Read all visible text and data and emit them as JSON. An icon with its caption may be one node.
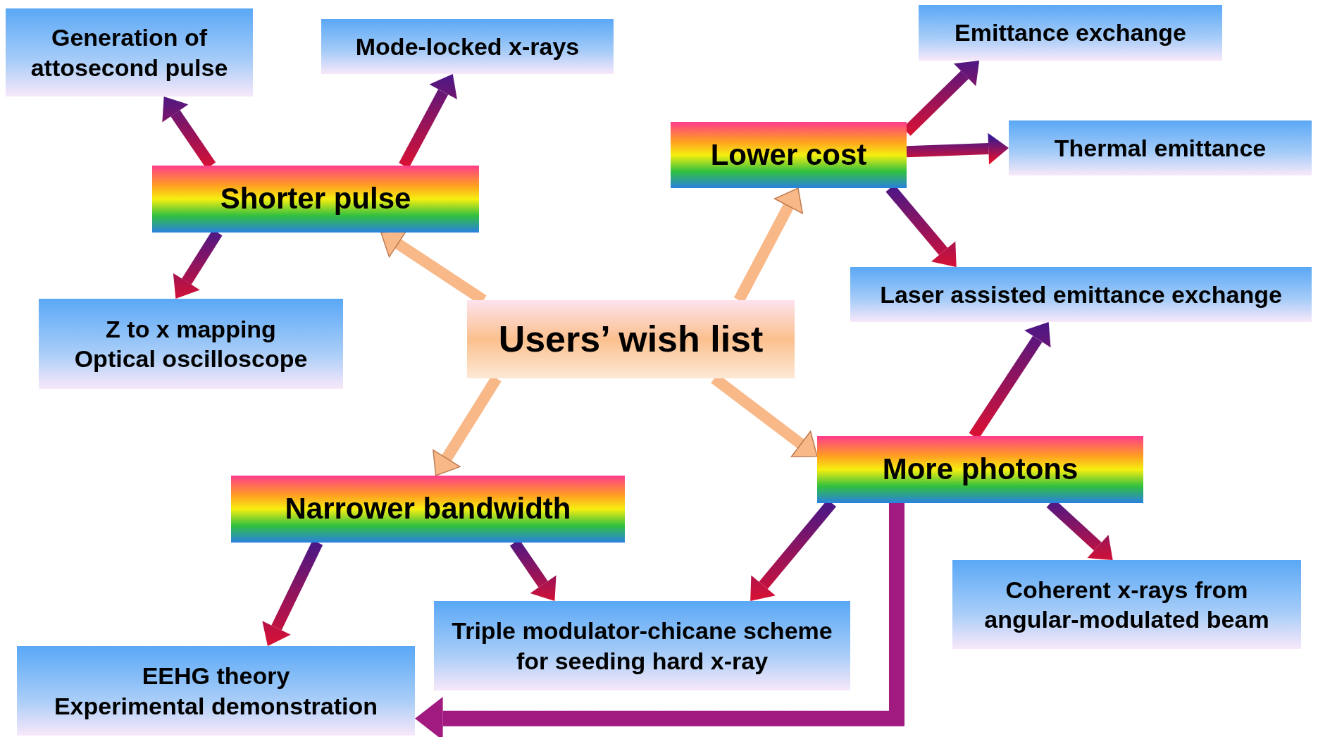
{
  "diagram": {
    "nodes": [
      {
        "text": [
          "Users’ wish list"
        ]
      },
      {
        "text": [
          "Shorter pulse"
        ]
      },
      {
        "text": [
          "Generation of attosecond pulse"
        ]
      },
      {
        "text": [
          "Mode-locked x-rays"
        ]
      },
      {
        "text": [
          "Z to x mapping",
          "Optical oscilloscope"
        ]
      },
      {
        "text": [
          "Lower cost"
        ]
      },
      {
        "text": [
          "Emittance exchange"
        ]
      },
      {
        "text": [
          "Thermal emittance"
        ]
      },
      {
        "text": [
          "Laser assisted emittance exchange"
        ]
      },
      {
        "text": [
          "More photons"
        ]
      },
      {
        "text": [
          "Coherent x-rays from angular-modulated beam"
        ]
      },
      {
        "text": [
          "Narrower bandwidth"
        ]
      },
      {
        "text": [
          "Triple modulator-chicane scheme for seeding hard x-ray"
        ]
      },
      {
        "text": [
          "EEHG theory",
          "Experimental demonstration"
        ]
      }
    ],
    "edges": [
      {
        "from": 0,
        "to": 1,
        "arrow": "to",
        "color": "#f8b888"
      },
      {
        "from": 0,
        "to": 5,
        "arrow": "to",
        "color": "#f8b888"
      },
      {
        "from": 0,
        "to": 11,
        "arrow": "to",
        "color": "#f8b888"
      },
      {
        "from": 0,
        "to": 9,
        "arrow": "to",
        "color": "#f8b888"
      },
      {
        "from": 1,
        "to": 2,
        "arrow": "to"
      },
      {
        "from": 1,
        "to": 3,
        "arrow": "to"
      },
      {
        "from": 1,
        "to": 4,
        "arrow": "to"
      },
      {
        "from": 5,
        "to": 6,
        "arrow": "to"
      },
      {
        "from": 5,
        "to": 7,
        "arrow": "to"
      },
      {
        "from": 5,
        "to": 8,
        "arrow": "to"
      },
      {
        "from": 9,
        "to": 8,
        "arrow": "to"
      },
      {
        "from": 9,
        "to": 10,
        "arrow": "to"
      },
      {
        "from": 9,
        "to": 12,
        "arrow": "to"
      },
      {
        "from": 11,
        "to": 13,
        "arrow": "to"
      },
      {
        "from": 11,
        "to": 12,
        "arrow": "to"
      },
      {
        "from": 9,
        "to": 13,
        "arrow": "to",
        "style": "thick",
        "color": "#a01a80"
      }
    ]
  }
}
